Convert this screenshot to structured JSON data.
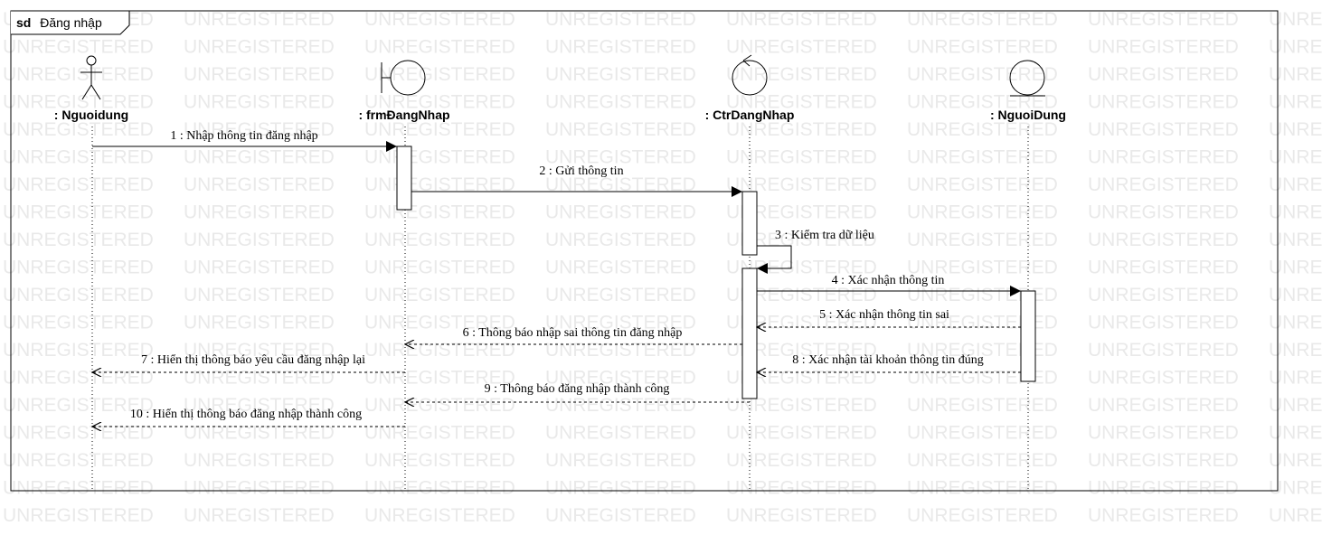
{
  "watermark": "UNREGISTERED",
  "frame": {
    "keyword": "sd",
    "name": "Đăng nhập"
  },
  "lifelines": [
    {
      "id": "user",
      "label": ": Nguoidung",
      "kind": "actor"
    },
    {
      "id": "form",
      "label": ": frmĐangNhap",
      "kind": "boundary"
    },
    {
      "id": "ctrl",
      "label": ": CtrDangNhap",
      "kind": "control"
    },
    {
      "id": "ent",
      "label": ": NguoiDung",
      "kind": "entity"
    }
  ],
  "messages": [
    {
      "label": "1 : Nhập thông tin đăng nhập",
      "from": "user",
      "to": "form",
      "style": "sync"
    },
    {
      "label": "2 : Gửi thông tin",
      "from": "form",
      "to": "ctrl",
      "style": "sync"
    },
    {
      "label": "3 : Kiểm tra dữ liệu",
      "from": "ctrl",
      "to": "ctrl",
      "style": "self"
    },
    {
      "label": "4 : Xác nhận thông tin",
      "from": "ctrl",
      "to": "ent",
      "style": "sync"
    },
    {
      "label": "5 : Xác nhận thông tin sai",
      "from": "ent",
      "to": "ctrl",
      "style": "return"
    },
    {
      "label": "6 : Thông báo nhập sai thông tin đăng nhập",
      "from": "ctrl",
      "to": "form",
      "style": "return"
    },
    {
      "label": "7 : Hiển thị thông báo yêu cầu đăng nhập lại",
      "from": "form",
      "to": "user",
      "style": "return"
    },
    {
      "label": "8 : Xác nhận tài khoản thông tin đúng",
      "from": "ent",
      "to": "ctrl",
      "style": "return"
    },
    {
      "label": "9 : Thông báo đăng nhập thành công",
      "from": "ctrl",
      "to": "form",
      "style": "return"
    },
    {
      "label": "10 : Hiển thị thông báo đăng nhập thành công",
      "from": "form",
      "to": "user",
      "style": "return"
    }
  ]
}
